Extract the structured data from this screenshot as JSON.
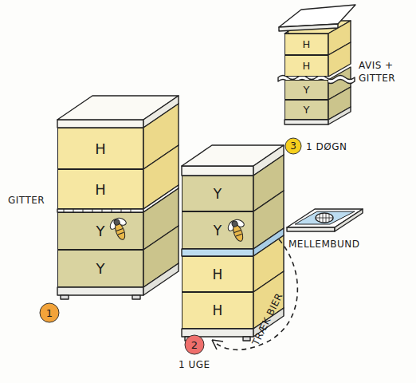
{
  "diagram": {
    "nodes": [
      {
        "text": [
          "H"
        ]
      },
      {
        "text": [
          "H"
        ]
      },
      {
        "text": [
          "Y"
        ]
      },
      {
        "text": [
          "Y"
        ]
      },
      {
        "text": [
          "Y"
        ]
      },
      {
        "text": [
          "Y"
        ]
      },
      {
        "text": [
          "H"
        ]
      },
      {
        "text": [
          "H"
        ]
      },
      {
        "text": [
          "H"
        ]
      },
      {
        "text": [
          "H"
        ]
      },
      {
        "text": [
          "Y"
        ]
      },
      {
        "text": [
          "Y"
        ]
      },
      {
        "text": [
          "1"
        ]
      },
      {
        "text": [
          "2"
        ]
      },
      {
        "text": [
          "3"
        ]
      }
    ],
    "labels": [
      "GITTER",
      "TRÆK BIER",
      "1 UGE",
      "MELLEMBUND",
      "AVIS + GITTER",
      "1 DØGN"
    ]
  }
}
